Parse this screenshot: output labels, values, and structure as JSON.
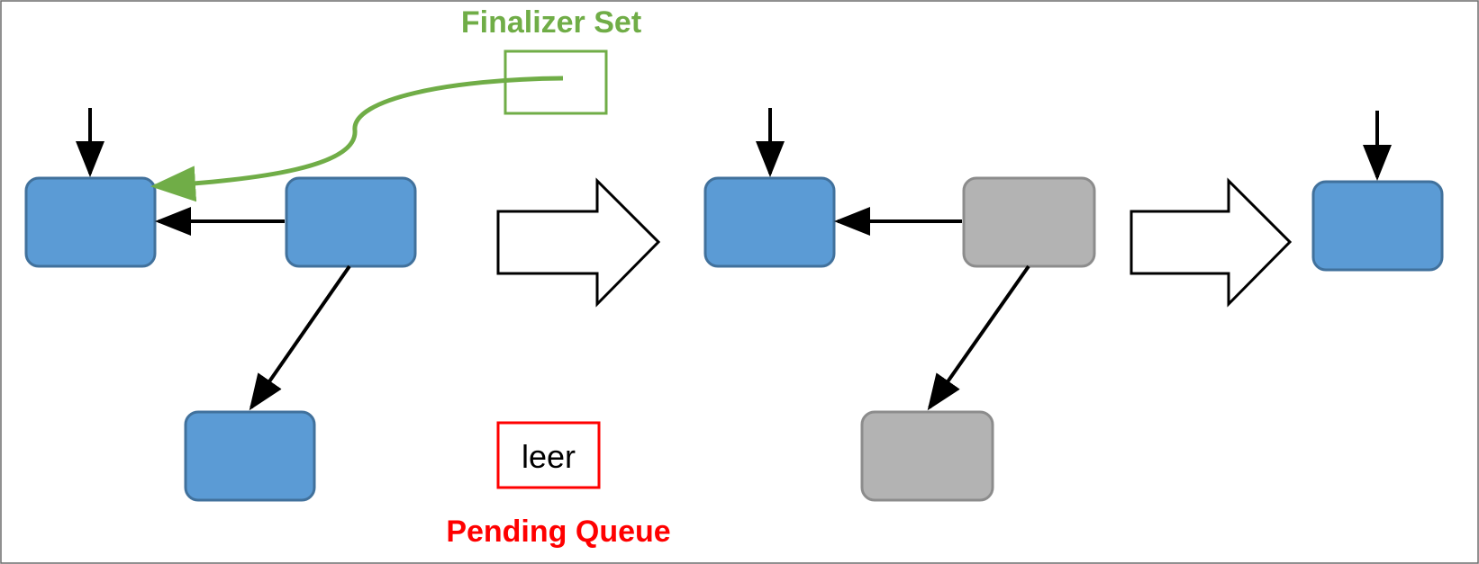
{
  "labels": {
    "finalizer_set": "Finalizer Set",
    "pending_queue": "Pending Queue",
    "queue_content": "leer"
  },
  "colors": {
    "live_fill": "#5b9bd5",
    "live_stroke": "#41719c",
    "dead_fill": "#b3b3b3",
    "dead_stroke": "#8c8c8c",
    "finalizer": "#70ad47",
    "pending": "#ff0000",
    "arrow": "#000000",
    "frame": "#6b6b6b"
  }
}
